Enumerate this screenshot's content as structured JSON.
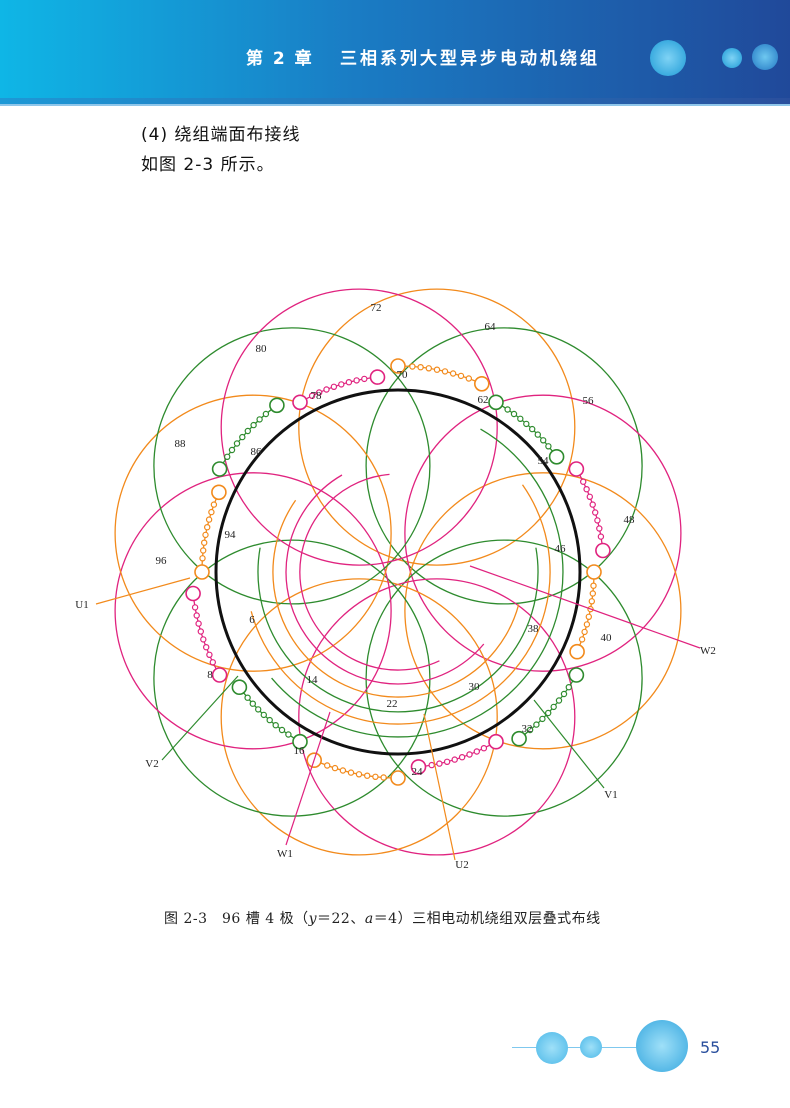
{
  "header": {
    "chapter_label": "第 2 章",
    "chapter_title": "三相系列大型异步电动机绕组"
  },
  "body_text": {
    "line1": "(4) 绕组端面布接线",
    "line2": "如图 2-3 所示。"
  },
  "diagram": {
    "slot_count": 96,
    "poles": 4,
    "slot_labels": [
      "72",
      "64",
      "80",
      "70",
      "62",
      "56",
      "78",
      "88",
      "86",
      "54",
      "48",
      "94",
      "46",
      "96",
      "U1",
      "6",
      "38",
      "40",
      "W2",
      "8",
      "14",
      "30",
      "22",
      "32",
      "V2",
      "16",
      "24",
      "V1",
      "W1",
      "U2"
    ],
    "phase_colors": {
      "U": "#f28a1c",
      "V": "#2e8b2e",
      "W": "#e0237f"
    },
    "ring_color": "#111111"
  },
  "caption": {
    "prefix": "图 2-3　96 槽 4 极（",
    "y_var": "y",
    "y_val": "＝22、",
    "a_var": "a",
    "a_val": "＝4）三相电动机绕组双层叠式布线"
  },
  "footer": {
    "page_number": "55"
  }
}
